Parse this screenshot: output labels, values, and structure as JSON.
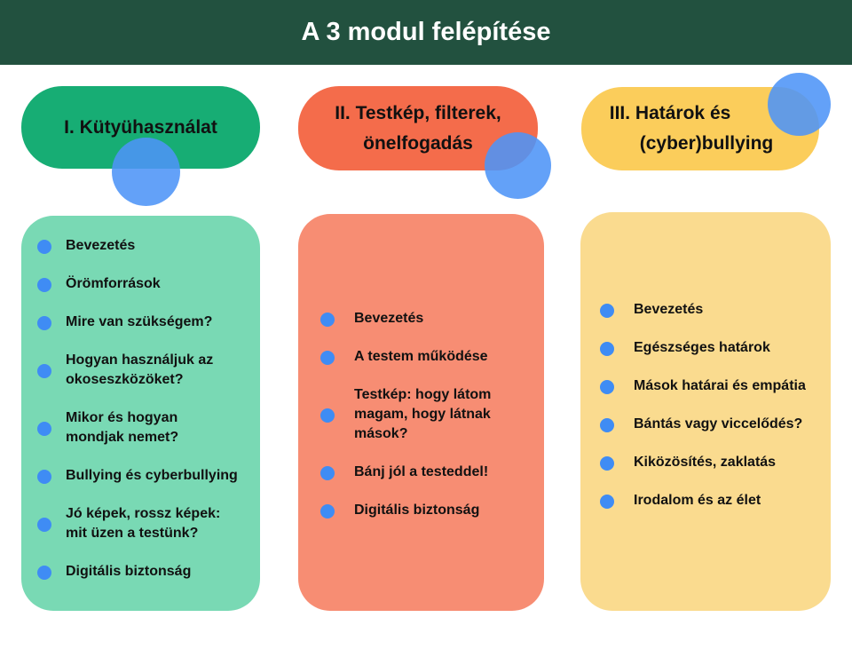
{
  "title": "A 3 modul felépítése",
  "modules": [
    {
      "heading_lines": [
        "I. Kütyühasználat"
      ],
      "color": "#17ad74",
      "card_color": "#79d9b4",
      "items": [
        [
          "Bevezetés"
        ],
        [
          "Örömforrások"
        ],
        [
          "Mire van szükségem?"
        ],
        [
          "Hogyan használjuk az",
          "okoseszközöket?"
        ],
        [
          "Mikor és hogyan",
          "mondjak nemet?"
        ],
        [
          "Bullying és cyberbullying"
        ],
        [
          "Jó képek, rossz képek:",
          "mit üzen a testünk?"
        ],
        [
          "Digitális biztonság"
        ]
      ]
    },
    {
      "heading_lines": [
        "II. Testkép, filterek,",
        "önelfogadás"
      ],
      "color": "#f46c4b",
      "card_color": "#f78d73",
      "items": [
        [
          "Bevezetés"
        ],
        [
          "A testem működése"
        ],
        [
          "Testkép: hogy látom",
          "magam, hogy látnak",
          "mások?"
        ],
        [
          "Bánj jól a testeddel!"
        ],
        [
          "Digitális biztonság"
        ]
      ]
    },
    {
      "heading_lines": [
        "III. Határok és",
        "(cyber)bullying"
      ],
      "color": "#fbcd5b",
      "card_color": "#fadb8f",
      "items": [
        [
          "Bevezetés"
        ],
        [
          "Egészséges határok"
        ],
        [
          "Mások határai és empátia"
        ],
        [
          "Bántás vagy viccelődés?"
        ],
        [
          "Kiközösítés, zaklatás"
        ],
        [
          "Irodalom és az élet"
        ]
      ]
    }
  ]
}
